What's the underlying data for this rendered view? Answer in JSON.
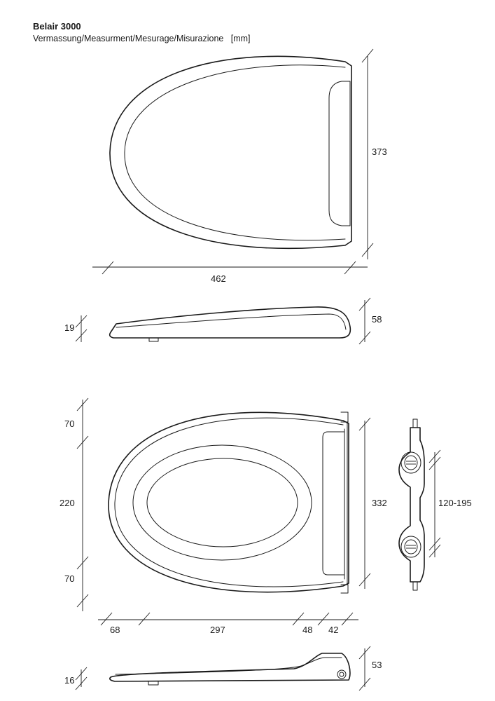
{
  "header": {
    "title": "Belair 3000",
    "subtitle": "Vermassung/Measurment/Mesurage/Misurazione   [mm]"
  },
  "dimensions": {
    "top_view": {
      "depth": "373",
      "width": "462"
    },
    "side_view_closed": {
      "lid_height": "19",
      "total_height": "58"
    },
    "bottom_view": {
      "front": "70",
      "middle": "220",
      "back": "70",
      "depth": "332",
      "w1": "68",
      "w2": "297",
      "w3": "48",
      "w4": "42",
      "hinge_range": "120-195"
    },
    "side_view_seat": {
      "seat_height": "16",
      "total_height": "53"
    }
  }
}
